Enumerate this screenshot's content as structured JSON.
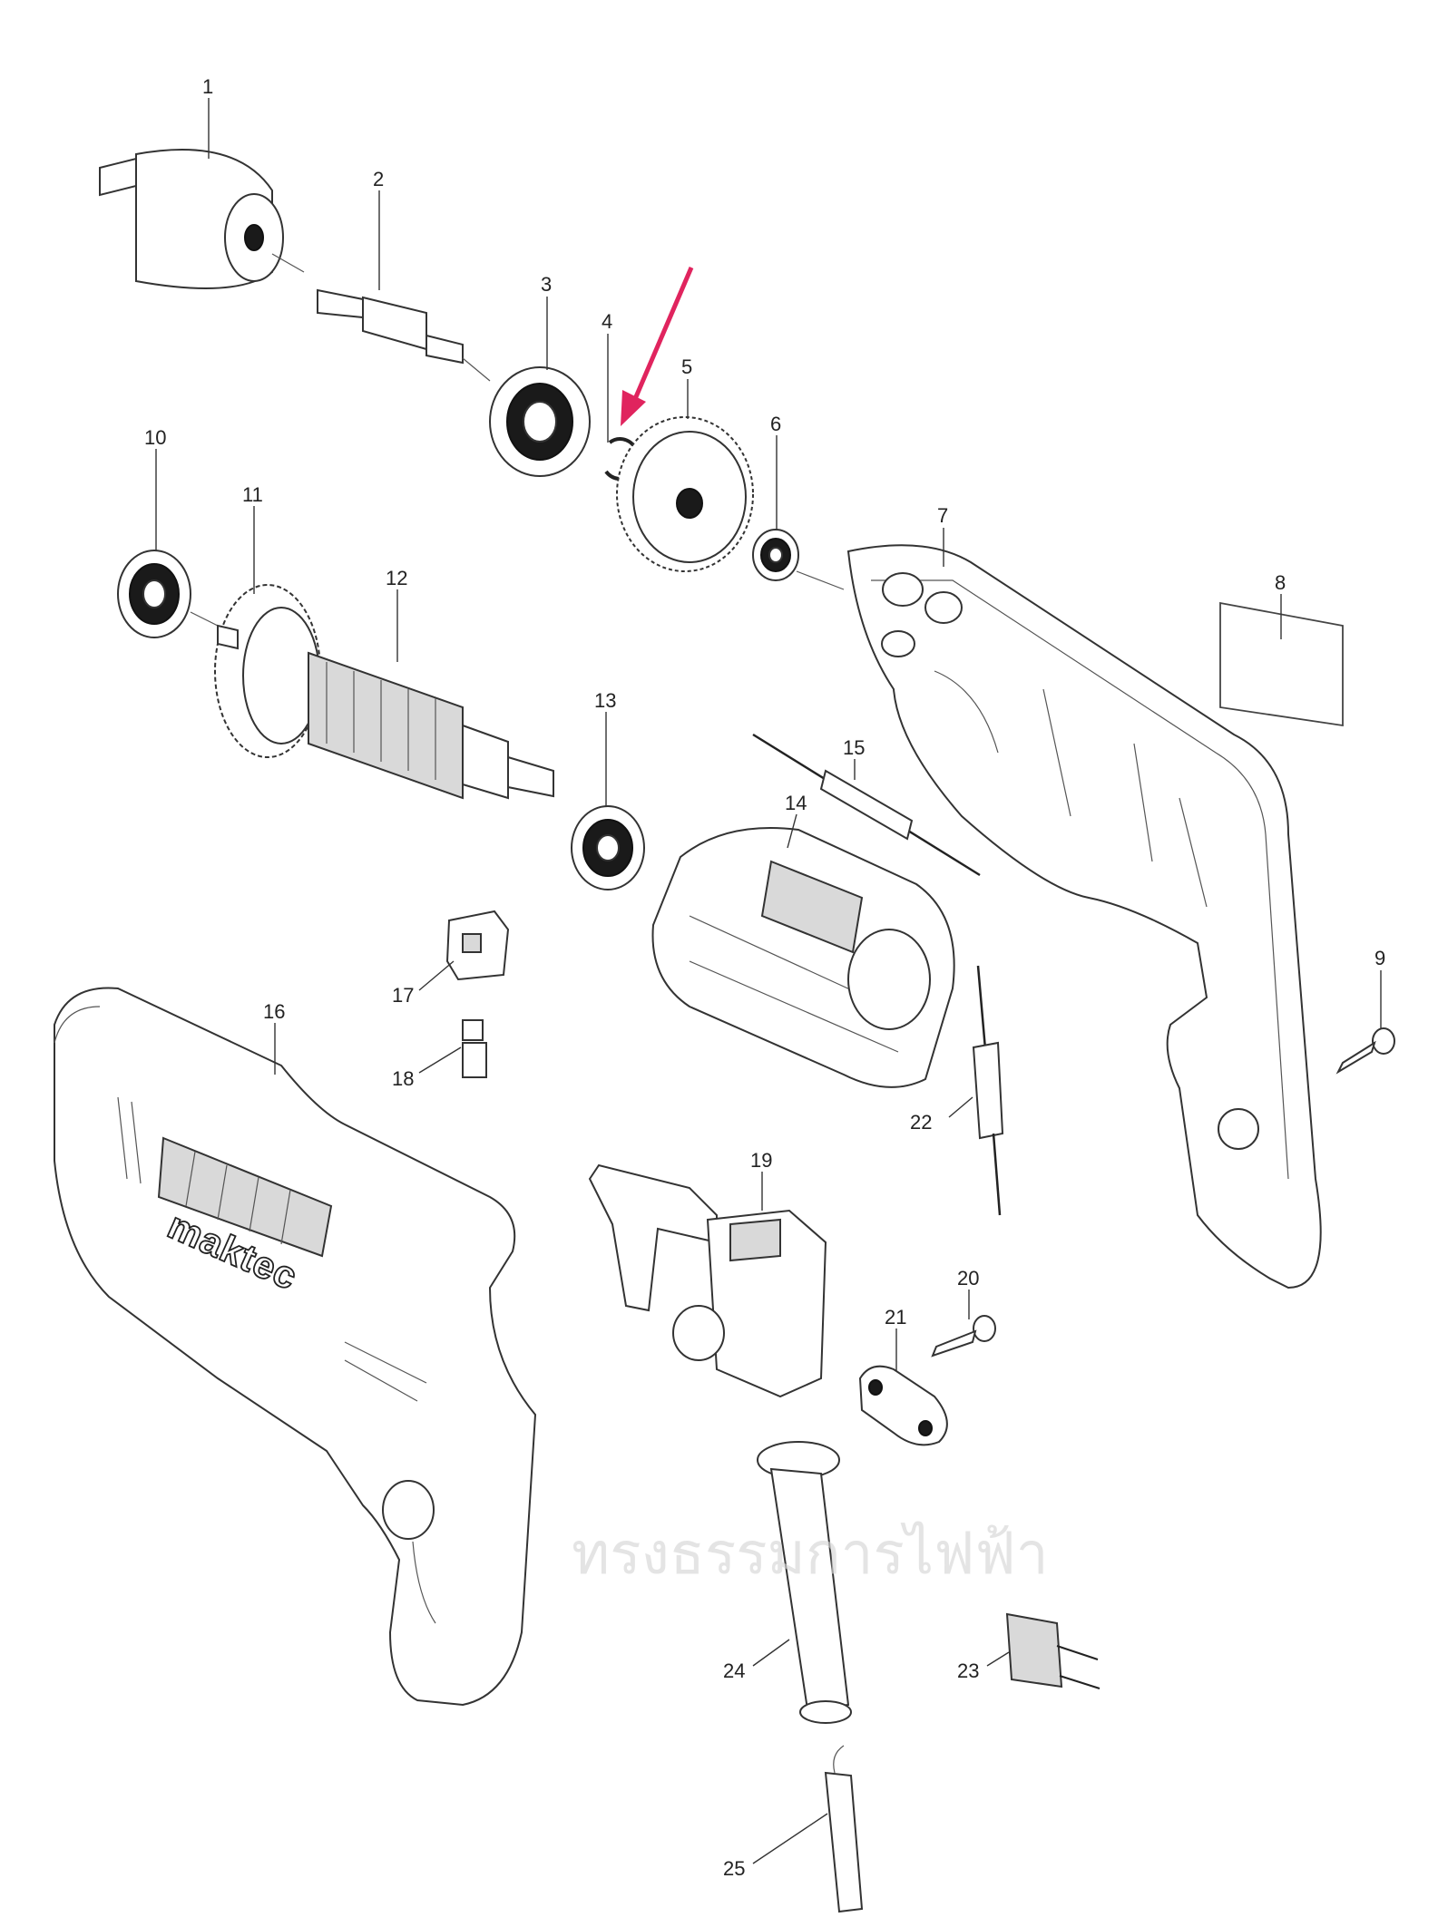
{
  "diagram": {
    "brand_text": "maktec",
    "watermark_text": "ทรงธรรมการไฟฟ้า",
    "highlight_arrow_color": "#e0245e",
    "callouts": [
      "1",
      "2",
      "3",
      "4",
      "5",
      "6",
      "7",
      "8",
      "9",
      "10",
      "11",
      "12",
      "13",
      "14",
      "15",
      "16",
      "17",
      "18",
      "19",
      "20",
      "21",
      "22",
      "23",
      "24",
      "25"
    ]
  }
}
